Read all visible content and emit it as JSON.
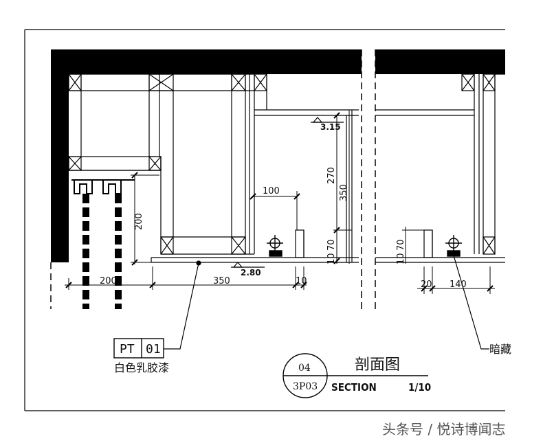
{
  "drawing": {
    "dimensions": {
      "d200_vertical": "200",
      "d100": "100",
      "d270": "270",
      "d350_vertical": "350",
      "d70_left": "70",
      "d10_left": "10",
      "d70_right": "70",
      "d10_right": "10",
      "d200_horizontal": "200",
      "d350_horizontal": "350",
      "d10_bottom": "10",
      "d20": "20",
      "d140": "140"
    },
    "levels": {
      "upper": "3.15",
      "lower": "2.80"
    },
    "material_tag": {
      "code": "PT",
      "number": "01",
      "description": "白色乳胶漆"
    },
    "right_note": "暗藏",
    "title_block": {
      "detail_number": "04",
      "sheet_ref": "3P03",
      "title_cn": "剖面图",
      "section_label": "SECTION",
      "scale": "1/10"
    }
  },
  "watermark": "头条号 / 悦诗博闻志"
}
